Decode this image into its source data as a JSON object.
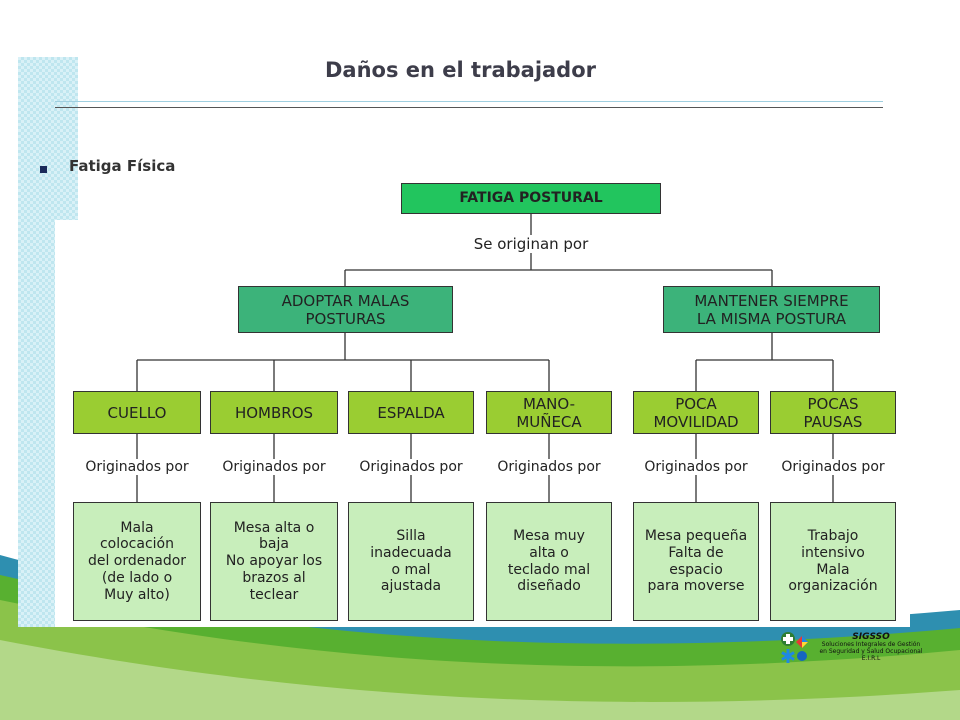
{
  "slide": {
    "title": "Daños en el trabajador",
    "bullet": "Fatiga Física"
  },
  "diagram": {
    "root": "FATIGA  POSTURAL",
    "root_connector": "Se originan por",
    "branches": [
      "ADOPTAR MALAS\nPOSTURAS",
      "MANTENER SIEMPRE\nLA  MISMA POSTURA"
    ],
    "categories": [
      "CUELLO",
      "HOMBROS",
      "ESPALDA",
      "MANO-\nMUÑECA",
      "POCA\nMOVILIDAD",
      "POCAS\nPAUSAS"
    ],
    "category_connector": "Originados por",
    "causes": [
      "Mala\ncolocación\ndel ordenador\n(de lado o\nMuy alto)",
      "Mesa alta o\nbaja\nNo apoyar los\nbrazos al\nteclear",
      "Silla\ninadecuada\no mal\najustada",
      "Mesa muy\nalta o\nteclado mal\ndiseñado",
      "Mesa pequeña\nFalta de\nespacio\npara moverse",
      "Trabajo\nintensivo\nMala\norganización"
    ],
    "colors": {
      "root_fill": "#22c55e",
      "branch_fill": "#3cb37a",
      "category_fill": "#9acd32",
      "cause_fill": "#c8eebb",
      "line": "#333333"
    }
  },
  "footer": {
    "brand": "SIGSSO",
    "line1": "Soluciones Integrales de Gestión",
    "line2": "en Seguridad  y Salud Ocupacional",
    "line3": "E.I.R.L"
  }
}
